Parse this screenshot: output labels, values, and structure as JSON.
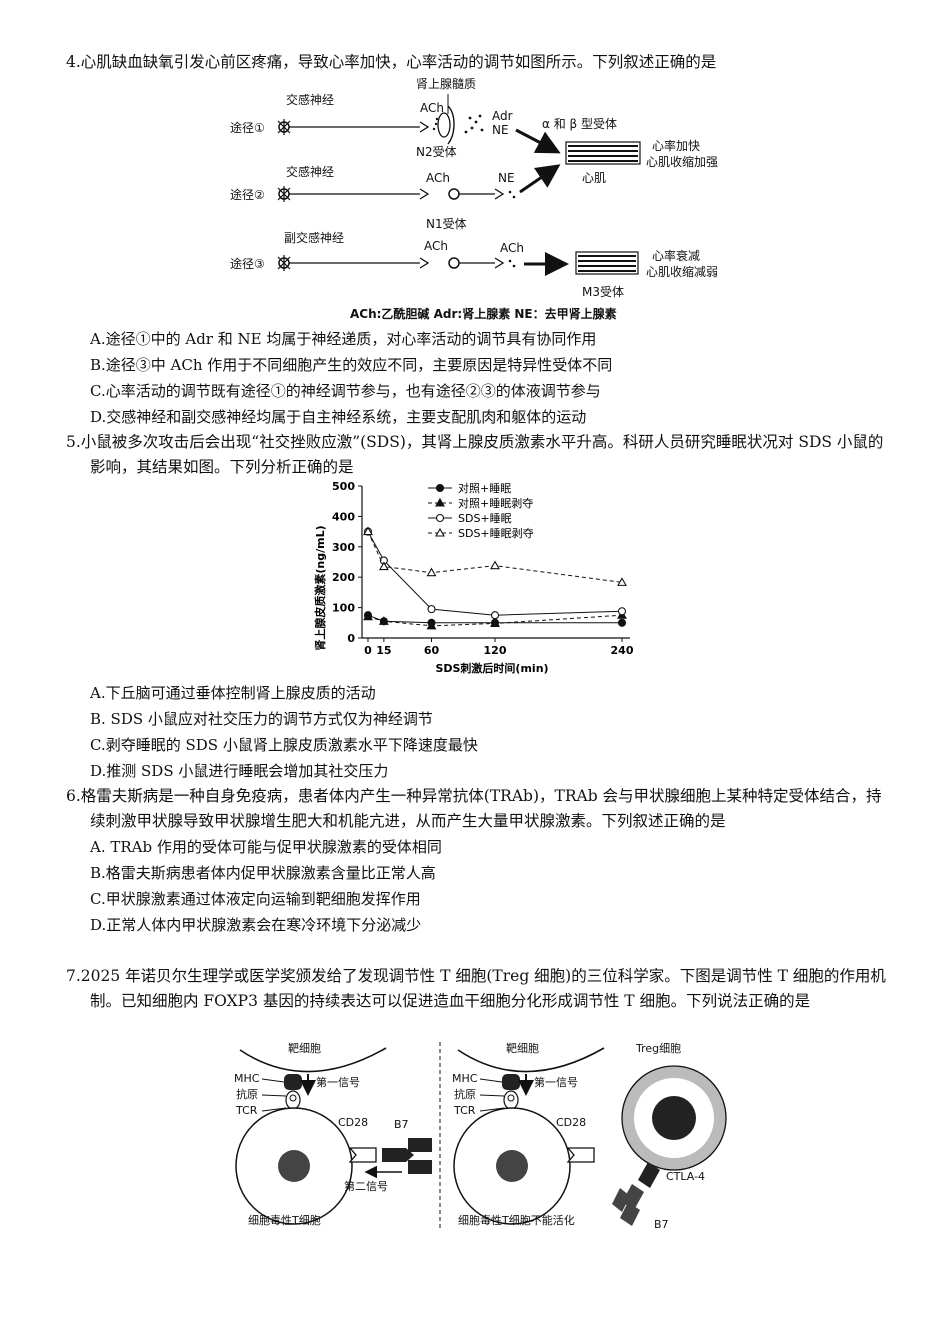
{
  "q4": {
    "stem": "4.心肌缺血缺氧引发心前区疼痛，导致心率加快，心率活动的调节如图所示。下列叙述正确的是",
    "figure": {
      "adrenal": "肾上腺髓质",
      "path1": "途径①",
      "path2": "途径②",
      "path3": "途径③",
      "symp1": "交感神经",
      "symp2": "交感神经",
      "para": "副交感神经",
      "ach": "ACh",
      "adr": "Adr",
      "ne": "NE",
      "n2": "N2受体",
      "n1": "N1受体",
      "m3": "M3受体",
      "ab": "α 和 β 型受体",
      "heart": "心肌",
      "up1": "心率加快",
      "up2": "心肌收缩加强",
      "down1": "心率衰减",
      "down2": "心肌收缩减弱",
      "legend": "ACh:乙酰胆碱   Adr:肾上腺素    NE：去甲肾上腺素"
    },
    "options": [
      "A.途径①中的 Adr 和 NE 均属于神经递质，对心率活动的调节具有协同作用",
      "B.途径③中 ACh 作用于不同细胞产生的效应不同，主要原因是特异性受体不同",
      "C.心率活动的调节既有途径①的神经调节参与，也有途径②③的体液调节参与",
      "D.交感神经和副交感神经均属于自主神经系统，主要支配肌肉和躯体的运动"
    ]
  },
  "q5": {
    "stem": "5.小鼠被多次攻击后会出现“社交挫败应激”(SDS)，其肾上腺皮质激素水平升高。科研人员研究睡眠状况对 SDS 小鼠的影响，其结果如图。下列分析正确的是",
    "options": [
      "A.下丘脑可通过垂体控制肾上腺皮质的活动",
      "B.  SDS 小鼠应对社交压力的调节方式仅为神经调节",
      "C.剥夺睡眠的 SDS 小鼠肾上腺皮质激素水平下降速度最快",
      "D.推测 SDS 小鼠进行睡眠会增加其社交压力"
    ]
  },
  "chart_data": {
    "type": "line",
    "x": [
      0,
      15,
      60,
      120,
      240
    ],
    "xlabel": "SDS刺激后时间(min)",
    "ylabel": "肾上腺皮质激素(ng/mL)",
    "ylim": [
      0,
      500
    ],
    "yticks": [
      0,
      100,
      200,
      300,
      400,
      500
    ],
    "grid": false,
    "legend_position": "top-right",
    "series": [
      {
        "name": "对照+睡眠",
        "marker": "filled-circle",
        "dash": false,
        "values": [
          75,
          55,
          50,
          50,
          50
        ]
      },
      {
        "name": "对照+睡眠剥夺",
        "marker": "filled-triangle",
        "dash": true,
        "values": [
          70,
          55,
          40,
          48,
          75
        ]
      },
      {
        "name": "SDS+睡眠",
        "marker": "open-circle",
        "dash": false,
        "values": [
          350,
          255,
          95,
          75,
          88
        ]
      },
      {
        "name": "SDS+睡眠剥夺",
        "marker": "open-triangle",
        "dash": true,
        "values": [
          350,
          235,
          215,
          238,
          183
        ]
      }
    ]
  },
  "q6": {
    "stem": "6.格雷夫斯病是一种自身免疫病，患者体内产生一种异常抗体(TRAb)，TRAb 会与甲状腺细胞上某种特定受体结合，持续刺激甲状腺导致甲状腺增生肥大和机能亢进，从而产生大量甲状腺激素。下列叙述正确的是",
    "options": [
      "A.  TRAb 作用的受体可能与促甲状腺激素的受体相同",
      "B.格雷夫斯病患者体内促甲状腺激素含量比正常人高",
      "C.甲状腺激素通过体液定向运输到靶细胞发挥作用",
      "D.正常人体内甲状腺激素会在寒冷环境下分泌减少"
    ]
  },
  "q7": {
    "stem": "7.2025 年诺贝尔生理学或医学奖颁发给了发现调节性 T 细胞(Treg 细胞)的三位科学家。下图是调节性 T 细胞的作用机制。已知细胞内 FOXP3 基因的持续表达可以促进造血干细胞分化形成调节性 T 细胞。下列说法正确的是",
    "figure": {
      "target": "靶细胞",
      "mhc": "MHC",
      "antigen": "抗原",
      "tcr": "TCR",
      "signal1": "第一信号",
      "signal2": "第二信号",
      "cd28": "CD28",
      "b7": "B7",
      "ctla4": "CTLA-4",
      "treg": "Treg细胞",
      "left_caption": "细胞毒性T细胞",
      "right_caption": "细胞毒性T细胞不能活化"
    }
  }
}
